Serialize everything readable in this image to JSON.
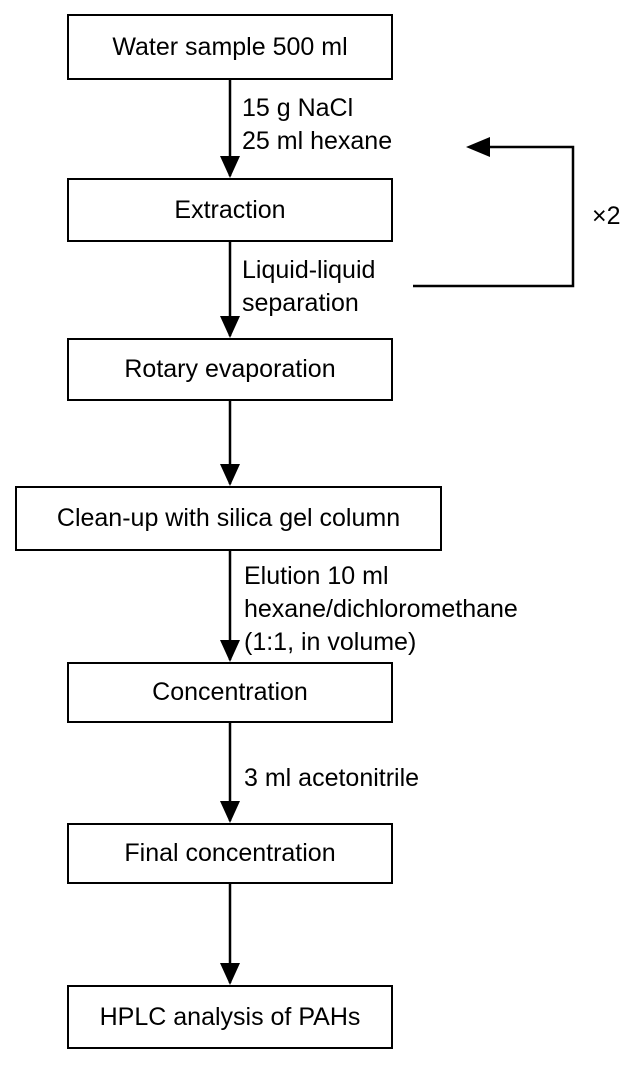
{
  "steps": [
    {
      "id": "water-sample",
      "label": "Water sample 500 ml"
    },
    {
      "id": "extraction",
      "label": "Extraction"
    },
    {
      "id": "rotary-evaporation",
      "label": "Rotary evaporation"
    },
    {
      "id": "clean-up",
      "label": "Clean-up with silica gel column"
    },
    {
      "id": "concentration",
      "label": "Concentration"
    },
    {
      "id": "final-concentration",
      "label": "Final concentration"
    },
    {
      "id": "hplc-analysis",
      "label": "HPLC analysis of PAHs"
    }
  ],
  "annotations": {
    "reagents": [
      "15 g NaCl",
      "25 ml hexane"
    ],
    "separation": [
      "Liquid-liquid",
      "separation"
    ],
    "elution": [
      "Elution 10 ml",
      "hexane/dichloromethane",
      "(1:1, in volume)"
    ],
    "acetonitrile": [
      "3 ml acetonitrile"
    ],
    "repeat": "×2"
  }
}
